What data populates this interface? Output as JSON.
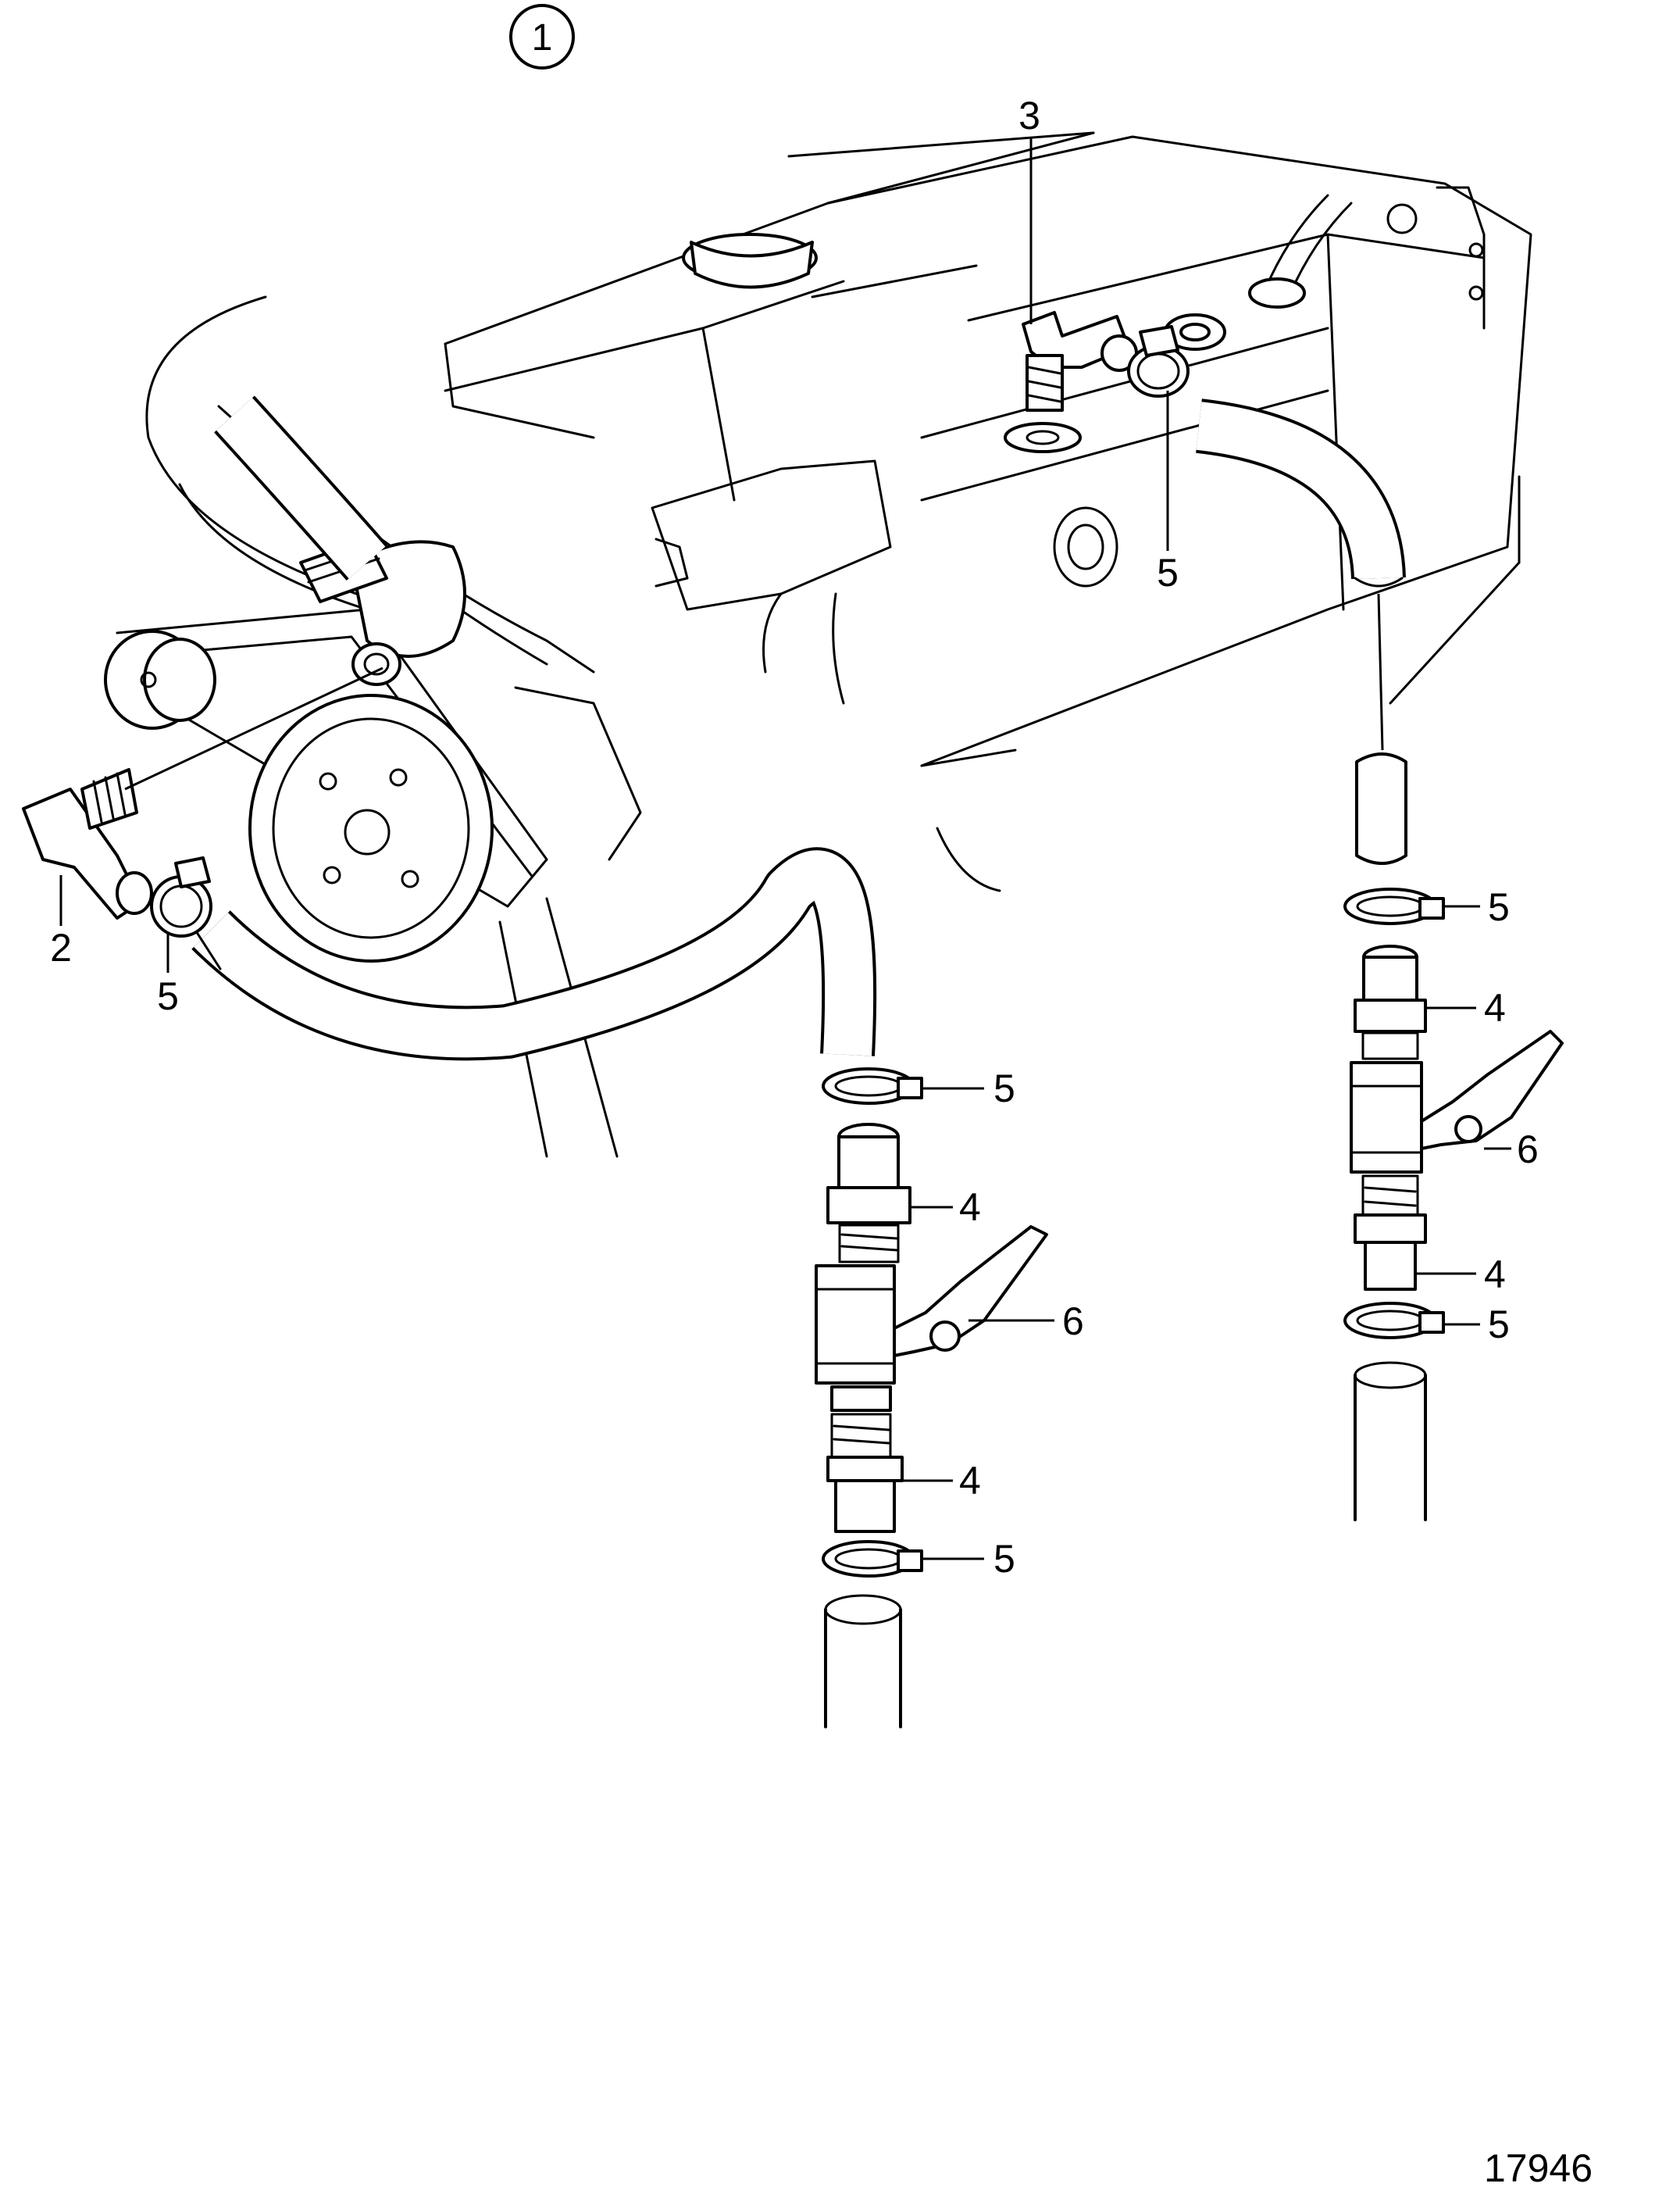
{
  "figure": {
    "index_label": "1",
    "drawing_number": "17946"
  },
  "callouts": [
    {
      "id": "c3",
      "text": "3"
    },
    {
      "id": "c2",
      "text": "2"
    },
    {
      "id": "c5a",
      "text": "5"
    },
    {
      "id": "c5b",
      "text": "5"
    },
    {
      "id": "c5c",
      "text": "5"
    },
    {
      "id": "c4a",
      "text": "4"
    },
    {
      "id": "c6a",
      "text": "6"
    },
    {
      "id": "c4b",
      "text": "4"
    },
    {
      "id": "c5d",
      "text": "5"
    },
    {
      "id": "c5e",
      "text": "5"
    },
    {
      "id": "c4c",
      "text": "4"
    },
    {
      "id": "c6b",
      "text": "6"
    },
    {
      "id": "c4d",
      "text": "4"
    },
    {
      "id": "c5f",
      "text": "5"
    }
  ]
}
